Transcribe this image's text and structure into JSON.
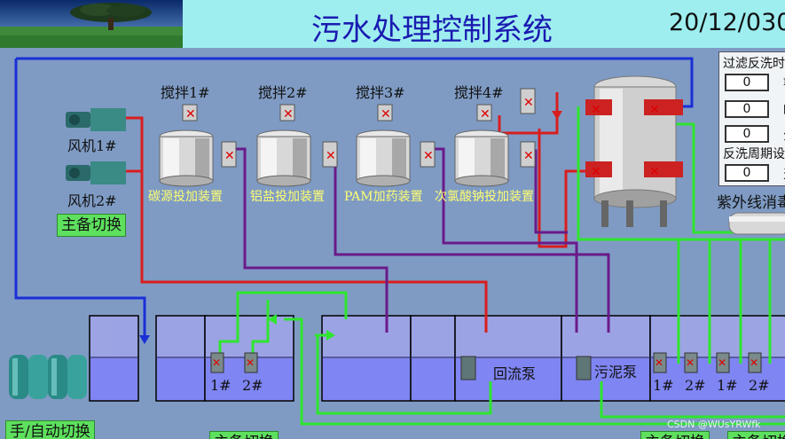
{
  "header": {
    "title": "污水处理控制系统",
    "datetime": "20/12/030"
  },
  "stirrers": [
    {
      "label": "搅拌1#"
    },
    {
      "label": "搅拌2#"
    },
    {
      "label": "搅拌3#"
    },
    {
      "label": "搅拌4#"
    }
  ],
  "dosing_devices": [
    {
      "label": "碳源投加装置"
    },
    {
      "label": "铝盐投加装置"
    },
    {
      "label": "PAM加药装置"
    },
    {
      "label": "次氯酸钠投加装置"
    }
  ],
  "blowers": [
    {
      "label": "风机1#"
    },
    {
      "label": "风机2#"
    }
  ],
  "buttons": {
    "main_backup_switch": "主备切换",
    "manual_auto_switch": "手/自动切换",
    "bottom_a": "主备切换",
    "bottom_b": "主备切换",
    "bottom_c": "主备切换"
  },
  "pumps": {
    "pair_left": [
      "1#",
      "2#"
    ],
    "return_pump": "回流泵",
    "sludge_pump": "污泥泵",
    "right_group": [
      "1#",
      "2#",
      "1#",
      "2#"
    ]
  },
  "panel": {
    "filter_backwash_title": "过滤反洗时",
    "values": [
      "0",
      "0",
      "0"
    ],
    "value_suffixes": [
      "min",
      "时",
      "分"
    ],
    "cycle_title": "反洗周期设",
    "cycle_value": "0",
    "cycle_suffix": "天"
  },
  "uv_label": "紫外线消毒",
  "watermark": "CSDN @WUsYRWfk",
  "colors": {
    "blue_pipe": "#1a2fd6",
    "red_pipe": "#d81e1e",
    "purple_pipe": "#6a1a8a",
    "green_pipe": "#2ee62e",
    "tank_fill": "#8a8ff0",
    "button_green": "#5ee05e",
    "title_bg": "#9eeef0"
  }
}
